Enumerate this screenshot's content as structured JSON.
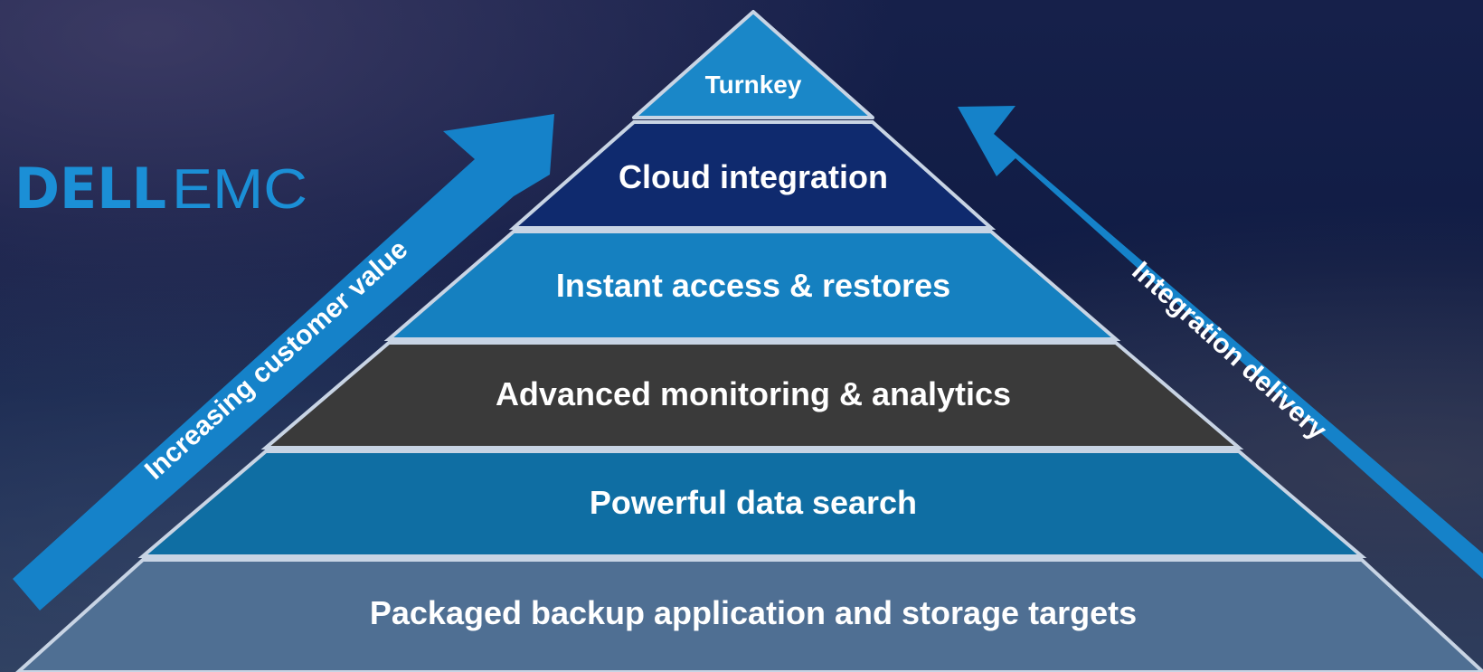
{
  "logo": {
    "brand": "DELL",
    "sub": "EMC"
  },
  "pyramid": {
    "tiers": [
      {
        "label": "Turnkey",
        "color": "#1a87c8"
      },
      {
        "label": "Cloud integration",
        "color": "#0f2a6e"
      },
      {
        "label": "Instant access & restores",
        "color": "#1580c0"
      },
      {
        "label": "Advanced monitoring & analytics",
        "color": "#3a3a3a"
      },
      {
        "label": "Powerful data search",
        "color": "#0f6ea3"
      },
      {
        "label": "Packaged backup application and storage targets",
        "color": "#4f6f93"
      }
    ]
  },
  "arrows": {
    "left": {
      "label": "Increasing customer value",
      "color": "#1582c9"
    },
    "right": {
      "label": "Integration delivery",
      "color": "#1582c9"
    }
  }
}
